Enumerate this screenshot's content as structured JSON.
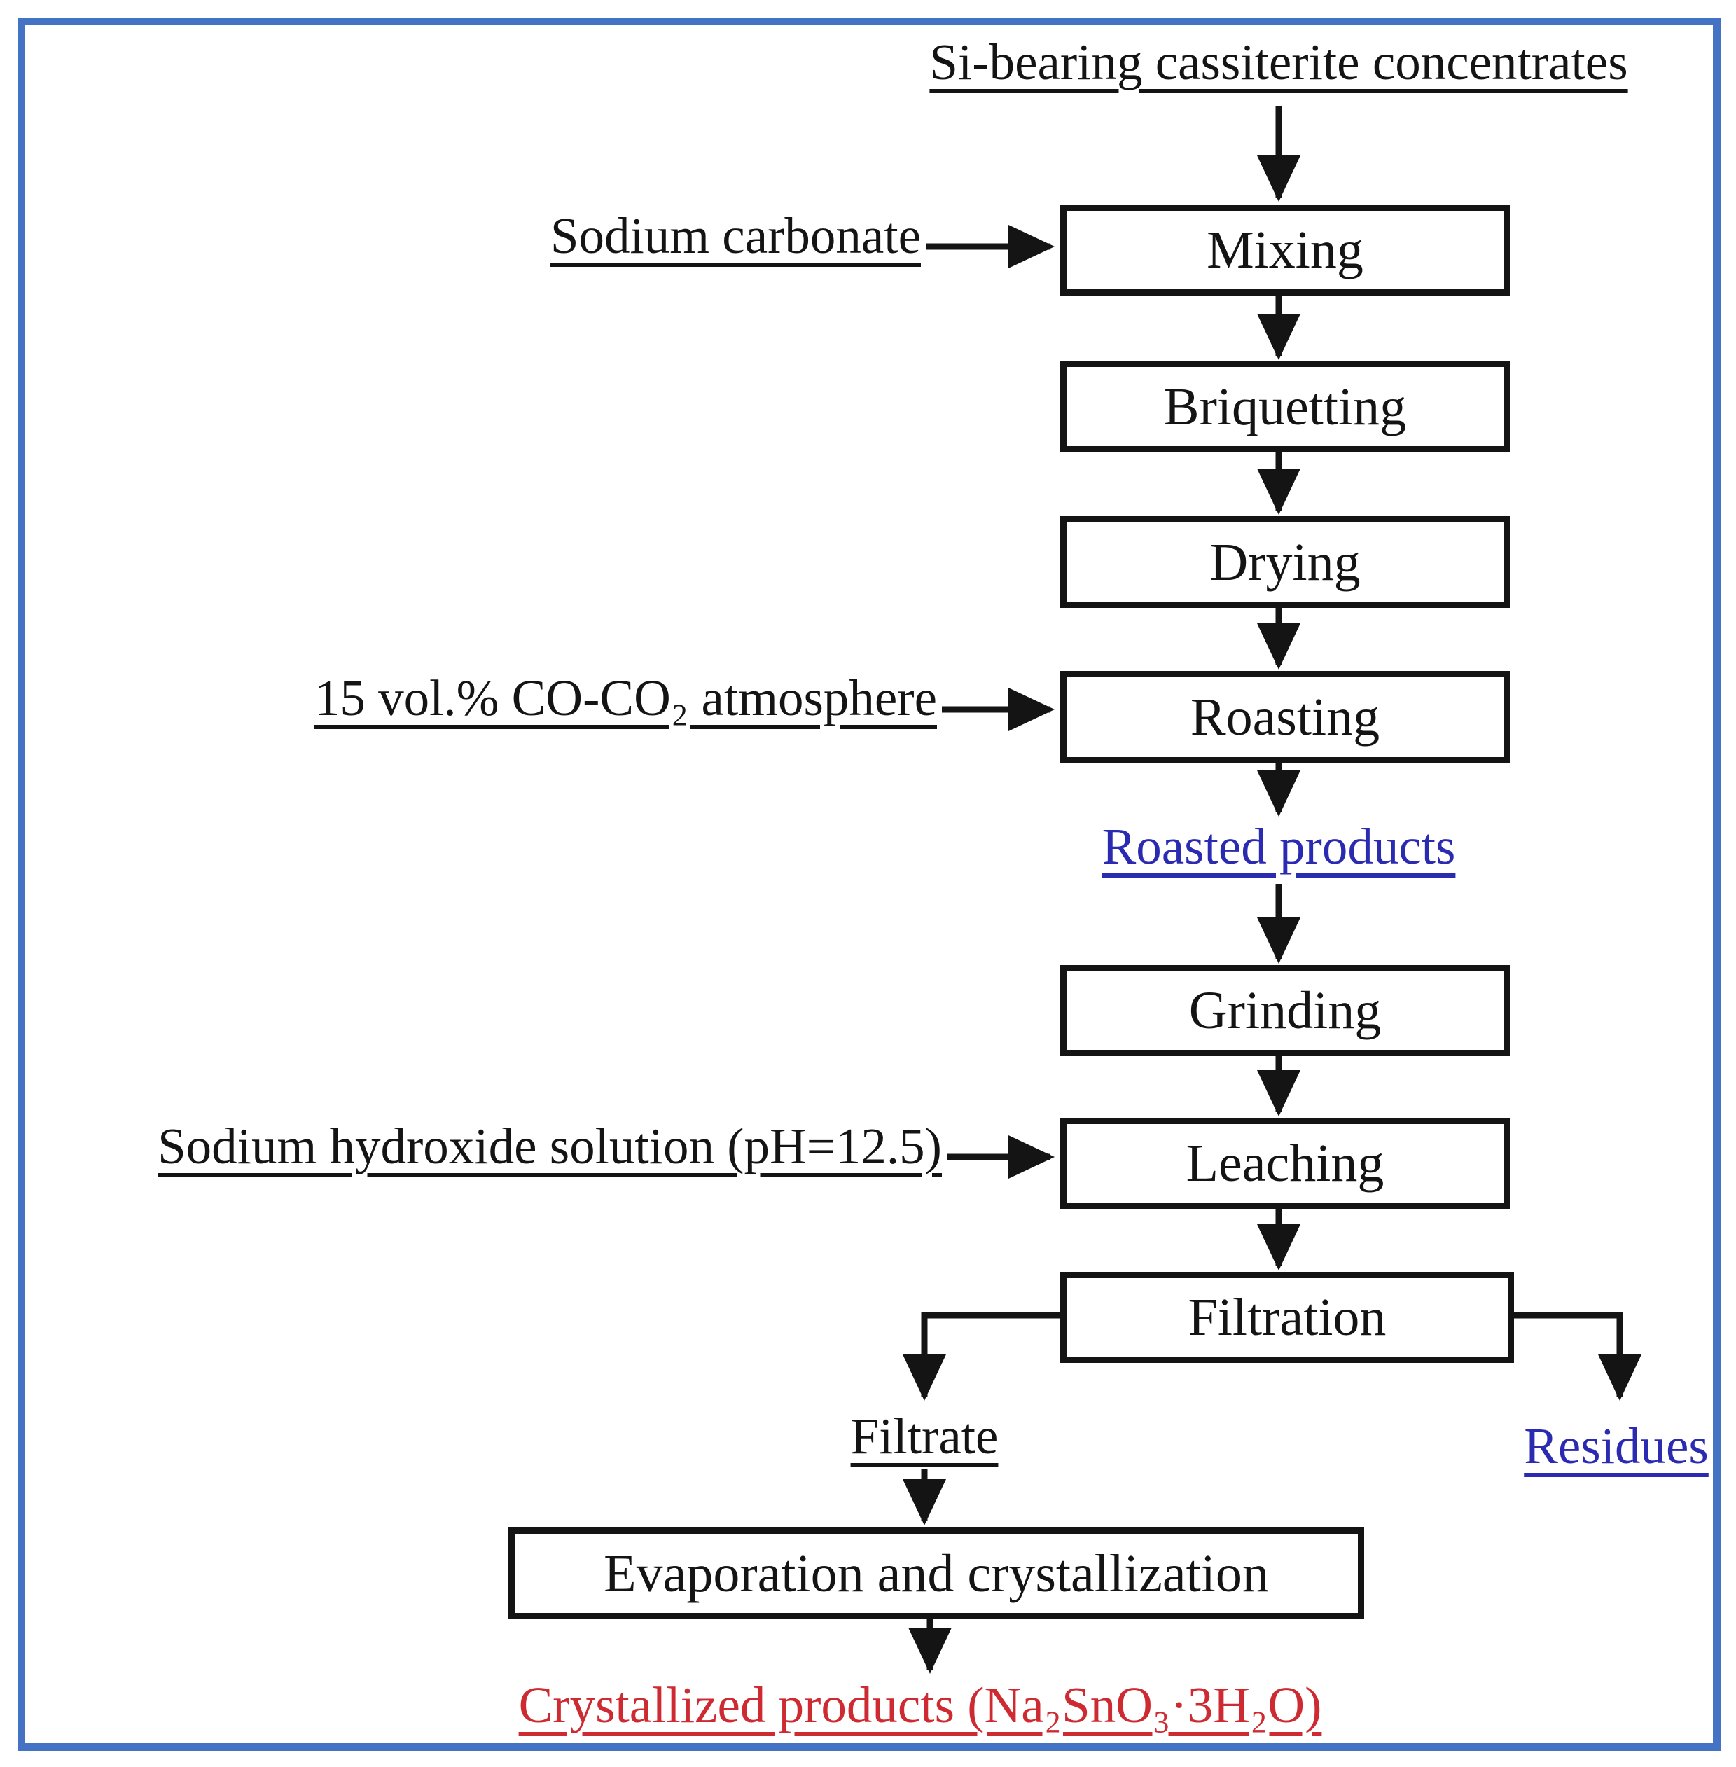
{
  "diagram": {
    "type": "process-flowchart",
    "frame_color": "#4472C4",
    "ink_color": "#141414",
    "intermediate_color": "#2b2bb2",
    "product_color": "#cd2b31",
    "source": "Si-bearing cassiterite concentrates",
    "steps": [
      {
        "label": "Mixing"
      },
      {
        "label": "Briquetting"
      },
      {
        "label": "Drying"
      },
      {
        "label": "Roasting"
      },
      {
        "label": "Grinding"
      },
      {
        "label": "Leaching"
      },
      {
        "label": "Filtration"
      },
      {
        "label": "Evaporation and crystallization"
      }
    ],
    "inputs": [
      {
        "label": "Sodium carbonate",
        "feeds": "Mixing"
      },
      {
        "label": "15 vol.% CO-CO₂ atmosphere",
        "feeds": "Roasting"
      },
      {
        "label": "Sodium hydroxide solution (pH=12.5)",
        "feeds": "Leaching"
      }
    ],
    "intermediates": [
      {
        "label": "Roasted products",
        "after": "Roasting"
      },
      {
        "label": "Filtrate",
        "after": "Filtration"
      },
      {
        "label": "Residues",
        "after": "Filtration"
      }
    ],
    "final_product": "Crystallized products (Na₂SnO₃·3H₂O)",
    "flow_order": [
      "Si-bearing cassiterite concentrates",
      "Mixing",
      "Briquetting",
      "Drying",
      "Roasting",
      "Roasted products",
      "Grinding",
      "Leaching",
      "Filtration",
      "Filtrate / Residues",
      "Evaporation and crystallization",
      "Crystallized products (Na₂SnO₃·3H₂O)"
    ]
  }
}
